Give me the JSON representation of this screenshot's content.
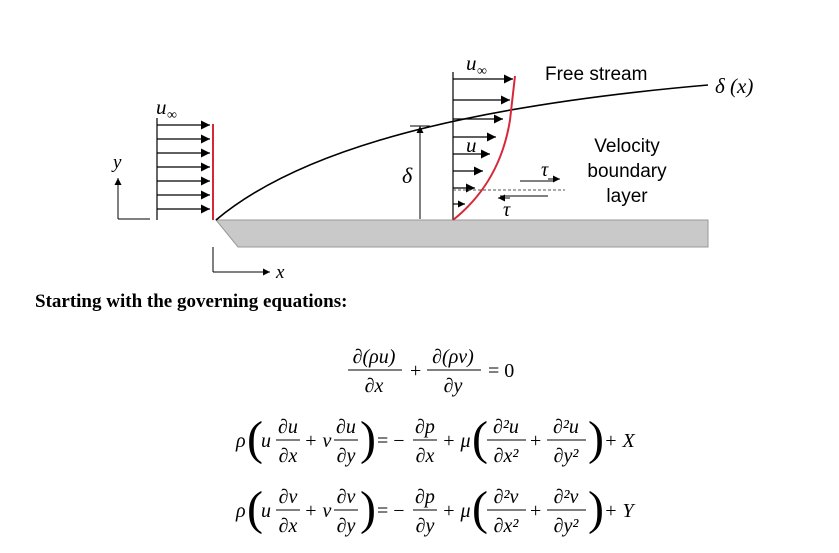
{
  "figure": {
    "labels": {
      "u_inf_left": "u",
      "u_inf_top": "u",
      "inf_sub": "∞",
      "y_axis": "y",
      "x_axis": "x",
      "delta": "δ",
      "u_local": "u",
      "tau_upper": "τ",
      "tau_lower": "τ",
      "free_stream": "Free stream",
      "delta_x": "δ (x)",
      "vbl_line1": "Velocity",
      "vbl_line2": "boundary",
      "vbl_line3": "layer"
    },
    "colors": {
      "wall_line": "#d62839",
      "profile_curve": "#d62839",
      "plate_fill": "#c9c9c9",
      "ink": "#000000"
    }
  },
  "text": {
    "heading": "Starting with the governing equations:"
  },
  "equations": {
    "continuity": {
      "num1": "∂(ρu)",
      "den1": "∂x",
      "plus": "+",
      "num2": "∂(ρv)",
      "den2": "∂y",
      "rhs": "= 0"
    },
    "x_momentum": {
      "rho": "ρ",
      "u": "u",
      "du": "∂u",
      "dx": "∂x",
      "plusv": "+ v",
      "dy": "∂y",
      "eq": "= −",
      "dp": "∂p",
      "dpdx": "∂x",
      "plusmu": "+ μ",
      "d2a": "∂²u",
      "dx2": "∂x²",
      "plus": "+",
      "d2b": "∂²u",
      "dy2": "∂y²",
      "body": "+ X"
    },
    "y_momentum": {
      "rho": "ρ",
      "u": "u",
      "dv": "∂v",
      "dx": "∂x",
      "plusv": "+ v",
      "dy": "∂y",
      "eq": "= −",
      "dp": "∂p",
      "dpdy": "∂y",
      "plusmu": "+ μ",
      "d2a": "∂²v",
      "dx2": "∂x²",
      "plus": "+",
      "d2b": "∂²v",
      "dy2": "∂y²",
      "body": "+ Y"
    }
  }
}
